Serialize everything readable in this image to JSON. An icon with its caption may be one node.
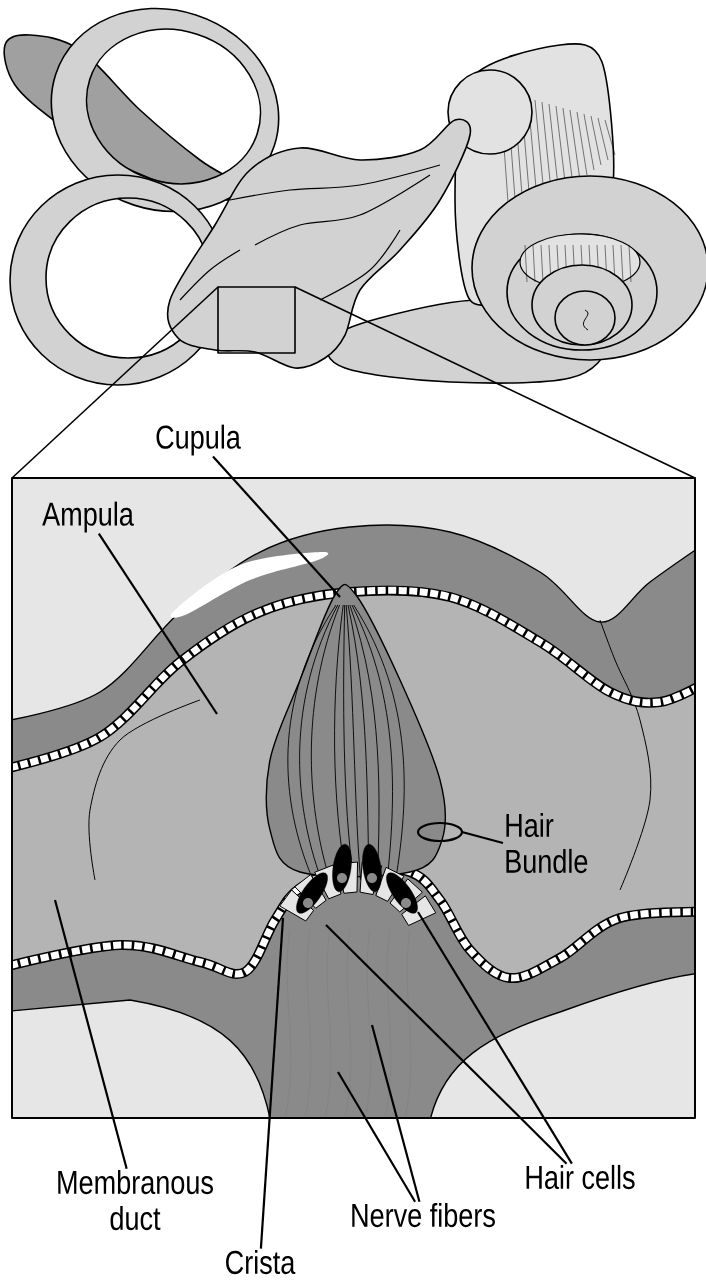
{
  "diagram": {
    "nodes": [
      {
        "text": [
          "Cupula"
        ]
      },
      {
        "text": [
          "Ampula"
        ]
      },
      {
        "text": [
          "Hair Bundle"
        ]
      },
      {
        "text": [
          "Membranous duct"
        ]
      },
      {
        "text": [
          "Crista"
        ]
      },
      {
        "text": [
          "Nerve fibers"
        ]
      },
      {
        "text": [
          "Hair cells"
        ]
      }
    ],
    "edges": [
      {
        "from": 0,
        "to": null,
        "arrow": "none"
      },
      {
        "from": 1,
        "to": null,
        "arrow": "none"
      },
      {
        "from": 2,
        "to": null,
        "arrow": "none"
      },
      {
        "from": 3,
        "to": null,
        "arrow": "none"
      },
      {
        "from": 4,
        "to": null,
        "arrow": "none"
      },
      {
        "from": 5,
        "to": null,
        "arrow": "none"
      },
      {
        "from": 5,
        "to": null,
        "arrow": "none"
      },
      {
        "from": 6,
        "to": null,
        "arrow": "none"
      },
      {
        "from": 6,
        "to": null,
        "arrow": "none"
      }
    ]
  }
}
